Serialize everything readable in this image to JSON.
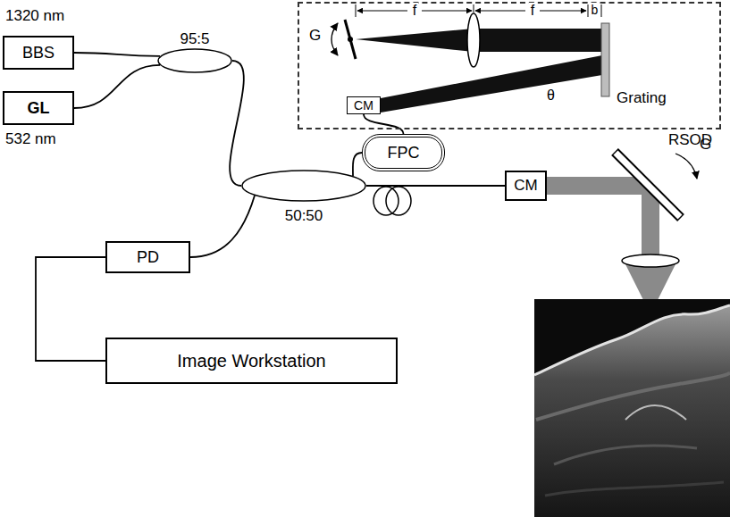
{
  "diagram": {
    "nodes": [
      {
        "text": [
          "BBS"
        ]
      },
      {
        "text": [
          "GL"
        ]
      },
      {
        "text": [
          "95:5"
        ]
      },
      {
        "text": [
          "50:50"
        ]
      },
      {
        "text": [
          "PD"
        ]
      },
      {
        "text": [
          "Image Workstation"
        ]
      },
      {
        "text": [
          "RSOD"
        ]
      },
      {
        "text": [
          "CM"
        ],
        "in": 6
      },
      {
        "text": [
          "FPC"
        ]
      },
      {
        "text": [
          "CM"
        ]
      }
    ],
    "edges": [
      {
        "from": 0,
        "to": 2,
        "arrow": "none"
      },
      {
        "from": 1,
        "to": 2,
        "arrow": "none"
      },
      {
        "from": 2,
        "to": 3,
        "arrow": "none"
      },
      {
        "from": 3,
        "to": 4,
        "arrow": "none"
      },
      {
        "from": 4,
        "to": 5,
        "arrow": "none"
      },
      {
        "from": 3,
        "to": 8,
        "arrow": "none"
      },
      {
        "from": 8,
        "to": 7,
        "arrow": "none"
      },
      {
        "from": 3,
        "to": 9,
        "arrow": "none"
      }
    ],
    "labels": [
      "1320 nm",
      "532 nm",
      "G",
      "f",
      "f",
      "b",
      "θ",
      "Grating",
      "G"
    ]
  }
}
